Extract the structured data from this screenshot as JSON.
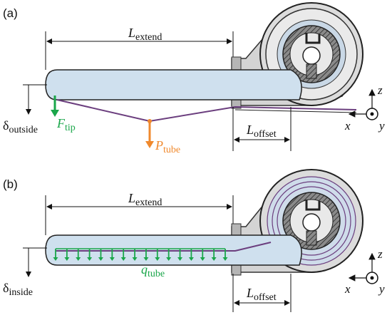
{
  "panels": [
    {
      "id": "a",
      "label": "(a)",
      "l_extend": {
        "sym": "L",
        "sub": "extend"
      },
      "l_offset": {
        "sym": "L",
        "sub": "offset"
      },
      "delta": {
        "sym": "δ",
        "sub": "outside"
      },
      "f_tip": {
        "sym": "F",
        "sub": "tip"
      },
      "p_tube": {
        "sym": "P",
        "sub": "tube"
      }
    },
    {
      "id": "b",
      "label": "(b)",
      "l_extend": {
        "sym": "L",
        "sub": "extend"
      },
      "l_offset": {
        "sym": "L",
        "sub": "offset"
      },
      "delta": {
        "sym": "δ",
        "sub": "inside"
      },
      "q_tube": {
        "sym": "q",
        "sub": "tube"
      }
    }
  ],
  "axes": {
    "z": "z",
    "x": "x",
    "y": "y"
  },
  "colors": {
    "tube_fill": "#cfe0ee",
    "force_green": "#1aa64a",
    "force_orange": "#f0892d",
    "cable_purple": "#6b3e7e",
    "housing_gray": "#c8c8c8"
  }
}
